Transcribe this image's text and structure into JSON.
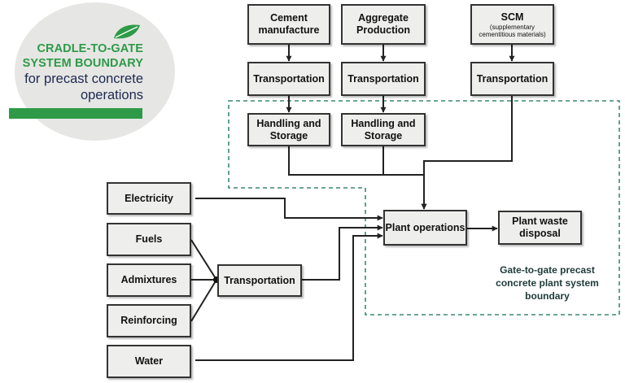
{
  "title": {
    "line1": "CRADLE-TO-GATE",
    "line2": "SYSTEM BOUNDARY",
    "line3": "for precast concrete",
    "line4": "operations"
  },
  "boxes": {
    "cement": "Cement manufacture",
    "aggregate": "Aggregate Production",
    "scm": "SCM",
    "scm_sub": "(supplementary cementitious materials)",
    "transport_cement": "Transportation",
    "transport_aggregate": "Transportation",
    "transport_scm": "Transportation",
    "handling1": "Handling and Storage",
    "handling2": "Handling and Storage",
    "electricity": "Electricity",
    "fuels": "Fuels",
    "admixtures": "Admixtures",
    "reinforcing": "Reinforcing",
    "water": "Water",
    "transport_inputs": "Transportation",
    "plant_operations": "Plant operations",
    "plant_waste": "Plant waste disposal"
  },
  "gate_label": "Gate-to-gate precast concrete plant system boundary",
  "colors": {
    "brand_green": "#2e9a48",
    "boundary_green": "#3a8a6a",
    "navy_text": "#1c2a52",
    "box_fill": "#eeeeec"
  }
}
